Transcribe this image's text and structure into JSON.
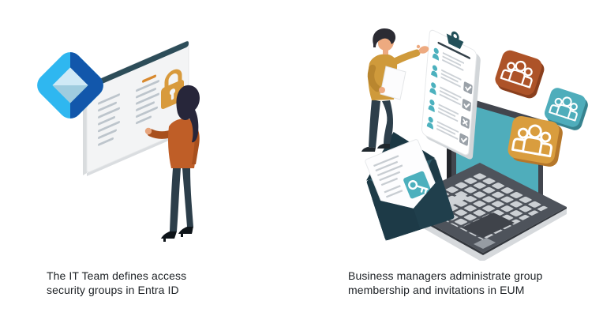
{
  "captions": {
    "left": "The IT Team defines access\nsecurity groups in Entra ID",
    "right": "Business managers administrate group\nmembership and invitations in EUM"
  },
  "illustrations": {
    "left": {
      "scene": "IT team member pointing at a security board",
      "icons": [
        "entra-id-logo",
        "padlock-icon",
        "board-text-lines",
        "person-figure"
      ]
    },
    "right": {
      "scene": "Business manager with membership checklist, group icons, laptop and invitation envelope",
      "icons": [
        "clipboard-icon",
        "person-icon",
        "checkbox-checked-icon",
        "checkbox-cross-icon",
        "group-people-icon",
        "laptop-icon",
        "envelope-icon",
        "key-icon",
        "person-figure"
      ],
      "checklist_marks": [
        "none",
        "check",
        "check",
        "cross",
        "check"
      ]
    }
  },
  "colors": {
    "background": "#ffffff",
    "caption_text": "#1d2125",
    "entra_cyan": "#2fb7f0",
    "entra_blue": "#1257ab",
    "entra_pale": "#cfe9f6",
    "dark_teal": "#21424e",
    "teal": "#4fadbb",
    "rust": "#ad5328",
    "amber": "#d99d3e",
    "orange_sweater": "#bf5e27",
    "mustard_sweater": "#cf9a3b",
    "slate_pants": "#2d3f4b",
    "lock_orange": "#d89a3c",
    "board_line_gray": "#bdc5cc"
  }
}
